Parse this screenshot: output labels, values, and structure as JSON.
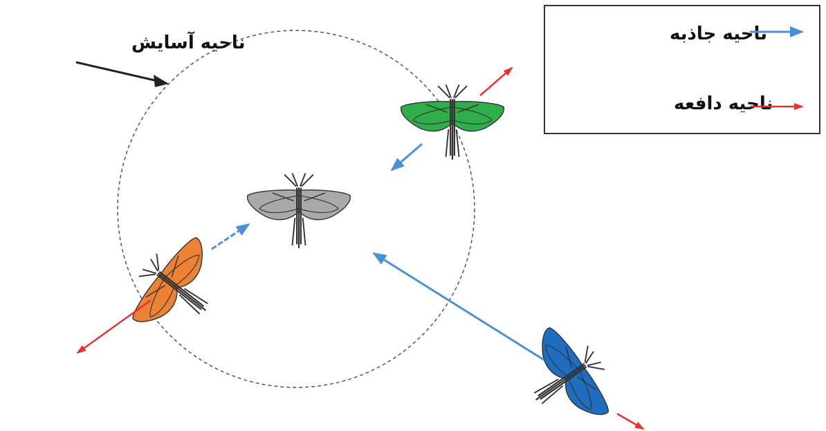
{
  "comfort_zone_label": "ناحیه آسایش",
  "legend": {
    "attraction_label": "ناحیه جاذبه",
    "repulsion_label": "ناحیه دافعه"
  },
  "colors": {
    "attraction_arrow": "#4a90d9",
    "repulsion_arrow": "#e8322f",
    "comfort_circle": "#555555",
    "grasshopper_center": "#a9a9a9",
    "grasshopper_green": "#2fae4a",
    "grasshopper_orange": "#ec8234",
    "grasshopper_blue": "#1f6dbf",
    "outline": "#333333"
  },
  "icons": [
    "grasshopper-icon",
    "arrow-icon"
  ]
}
